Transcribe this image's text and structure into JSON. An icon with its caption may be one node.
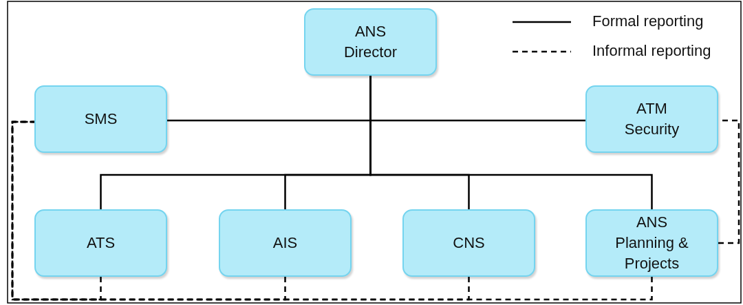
{
  "diagram": {
    "nodes": [
      {
        "text": [
          "ANS Director"
        ]
      },
      {
        "text": [
          "SMS"
        ]
      },
      {
        "text": [
          "ATM Security"
        ]
      },
      {
        "text": [
          "ATS"
        ]
      },
      {
        "text": [
          "AIS"
        ]
      },
      {
        "text": [
          "CNS"
        ]
      },
      {
        "text": [
          "ANS Planning & Projects"
        ]
      }
    ],
    "edges": [
      {
        "from": 0,
        "to": 1,
        "arrow": "none"
      },
      {
        "from": 0,
        "to": 2,
        "arrow": "none"
      },
      {
        "from": 0,
        "to": 3,
        "arrow": "none"
      },
      {
        "from": 0,
        "to": 4,
        "arrow": "none"
      },
      {
        "from": 0,
        "to": 5,
        "arrow": "none"
      },
      {
        "from": 0,
        "to": 6,
        "arrow": "none"
      },
      {
        "from": 3,
        "to": 1,
        "arrow": "none",
        "style": "dashed"
      },
      {
        "from": 4,
        "to": 1,
        "arrow": "none",
        "style": "dashed"
      },
      {
        "from": 5,
        "to": 1,
        "arrow": "none",
        "style": "dashed"
      },
      {
        "from": 6,
        "to": 1,
        "arrow": "none",
        "style": "dashed"
      },
      {
        "from": 6,
        "to": 2,
        "arrow": "none",
        "style": "dashed"
      }
    ],
    "legend": [
      {
        "text": "Formal reporting"
      },
      {
        "text": "Informal reporting"
      }
    ]
  }
}
